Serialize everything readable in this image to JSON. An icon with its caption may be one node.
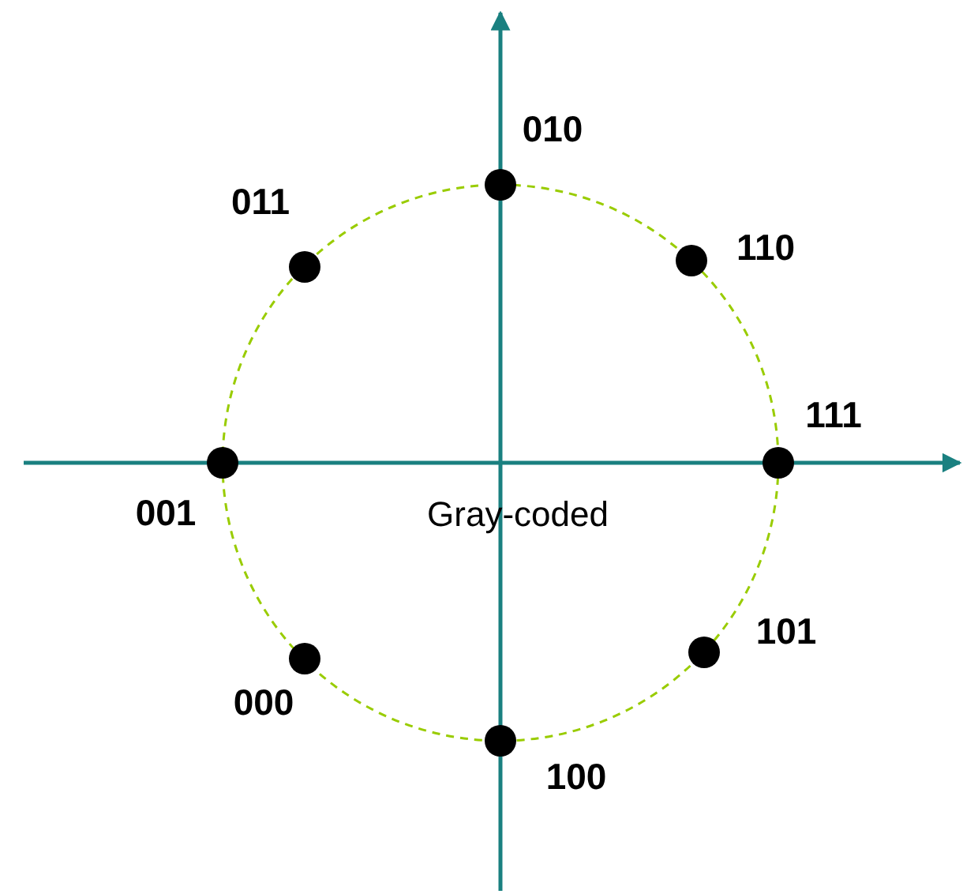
{
  "diagram": {
    "nodes": [
      {
        "text": [],
        "shape": "circle",
        "beside": [
          "010"
        ]
      },
      {
        "text": [],
        "shape": "circle",
        "beside": [
          "011"
        ]
      },
      {
        "text": [],
        "shape": "circle",
        "beside": [
          "110"
        ]
      },
      {
        "text": [],
        "shape": "circle",
        "beside": [
          "001"
        ]
      },
      {
        "text": [],
        "shape": "circle",
        "beside": [
          "111"
        ]
      },
      {
        "text": [],
        "shape": "circle",
        "beside": [
          "101"
        ]
      },
      {
        "text": [],
        "shape": "circle",
        "beside": [
          "000"
        ]
      },
      {
        "text": [],
        "shape": "circle",
        "beside": [
          "100"
        ]
      }
    ],
    "edges": [],
    "labels": [
      "Gray-coded"
    ]
  }
}
